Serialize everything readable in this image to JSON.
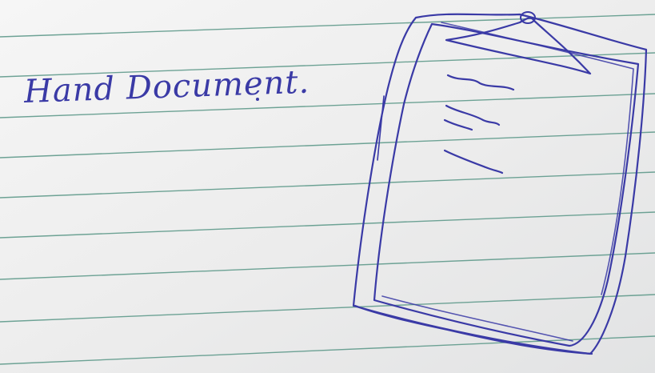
{
  "note": {
    "handwritten_text": "Hand Document."
  },
  "colors": {
    "paper": "#eeeff0",
    "rule_line": "#5f9a8b",
    "ink": "#3a3aa6"
  },
  "drawing": {
    "subject": "clipboard-sketch",
    "scribble_line_count": 4
  }
}
